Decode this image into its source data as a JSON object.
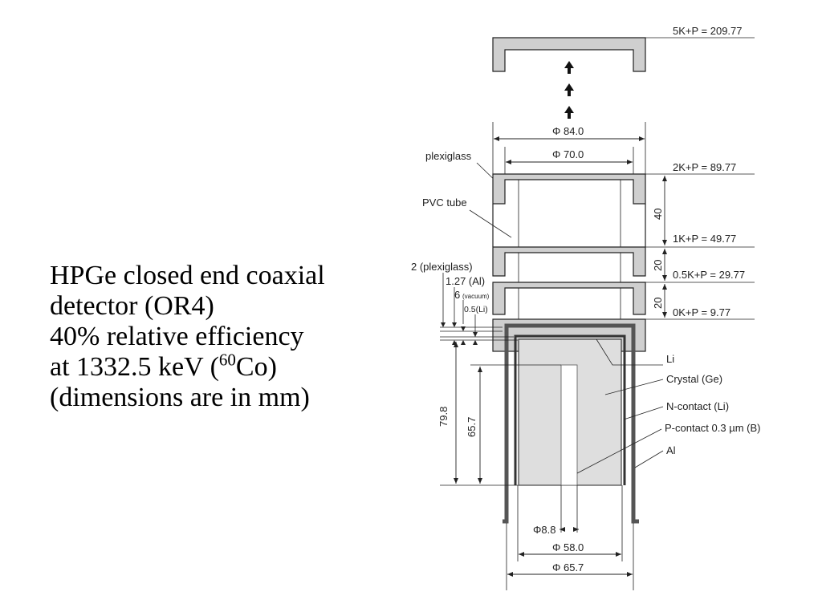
{
  "caption": {
    "line1": "HPGe closed end coaxial",
    "line2": "detector (OR4)",
    "line3": "40% relative efficiency",
    "line4_pre": "at 1332.5 keV (",
    "line4_sup": "60",
    "line4_post": "Co)",
    "line5": "(dimensions are in mm)"
  },
  "labels": {
    "k5": "5K+P = 209.77",
    "k2": "2K+P = 89.77",
    "k1": "1K+P = 49.77",
    "k05": "0.5K+P = 29.77",
    "k0": "0K+P =  9.77",
    "plexiglass": "plexiglass",
    "pvc_tube": "PVC tube",
    "plexiglass2": "2 (plexiglass)",
    "al127": "1.27 (Al)",
    "vac6": "6",
    "vacuum": "(vacuum)",
    "li05": "0.5(Li)",
    "li": "Li",
    "crystal": "Crystal (Ge)",
    "ncontact": "N-contact (Li)",
    "pcontact": "P-contact 0.3 µm (B)",
    "al": "Al"
  },
  "dimensions": {
    "d84": "Φ 84.0",
    "d70": "Φ 70.0",
    "h40": "40",
    "h20a": "20",
    "h20b": "20",
    "h798": "79.8",
    "h657": "65.7",
    "d88": "Φ8.8",
    "d580": "Φ 58.0",
    "d657": "Φ 65.7"
  },
  "colors": {
    "plexi_fill": "#cfcfcf",
    "crystal_fill": "#dedede",
    "al_stroke": "#555555",
    "line": "#222222"
  }
}
